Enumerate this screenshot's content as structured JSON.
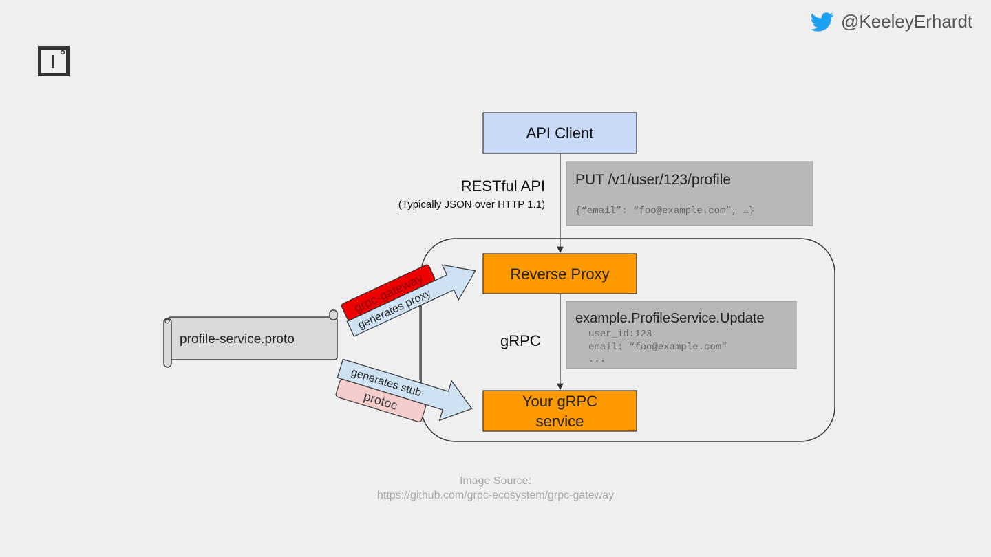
{
  "header": {
    "twitter_handle": "@KeeleyErhardt",
    "twitter_icon": "twitter-bird-icon",
    "logo_icon": "slide-logo-icon"
  },
  "diagram": {
    "api_client": "API Client",
    "restful_label": "RESTful API",
    "restful_sub": "(Typically JSON over HTTP 1.1)",
    "put_request": {
      "line1": "PUT /v1/user/123/profile",
      "line2": "{“email”: “foo@example.com”, …}"
    },
    "reverse_proxy": "Reverse Proxy",
    "grpc_label": "gRPC",
    "grpc_call": {
      "title": "example.ProfileService.Update",
      "lines": [
        "user_id:123",
        "email: “foo@example.com”",
        "..."
      ]
    },
    "grpc_service": {
      "line1": "Your gRPC",
      "line2": "service"
    },
    "proto_file": "profile-service.proto",
    "gateway_tool": "grpc-gateway",
    "gateway_action": "generates proxy",
    "protoc_tool": "protoc",
    "protoc_action": "generates stub"
  },
  "footer": {
    "line1": "Image Source:",
    "line2": "https://github.com/grpc-ecosystem/grpc-gateway"
  },
  "colors": {
    "client": "#c9daf8",
    "orange": "#ff9900",
    "gray_box": "#b7b7b7",
    "arrow": "#cfe2f3",
    "gateway": "#ee0000",
    "protoc": "#f4cccc"
  }
}
